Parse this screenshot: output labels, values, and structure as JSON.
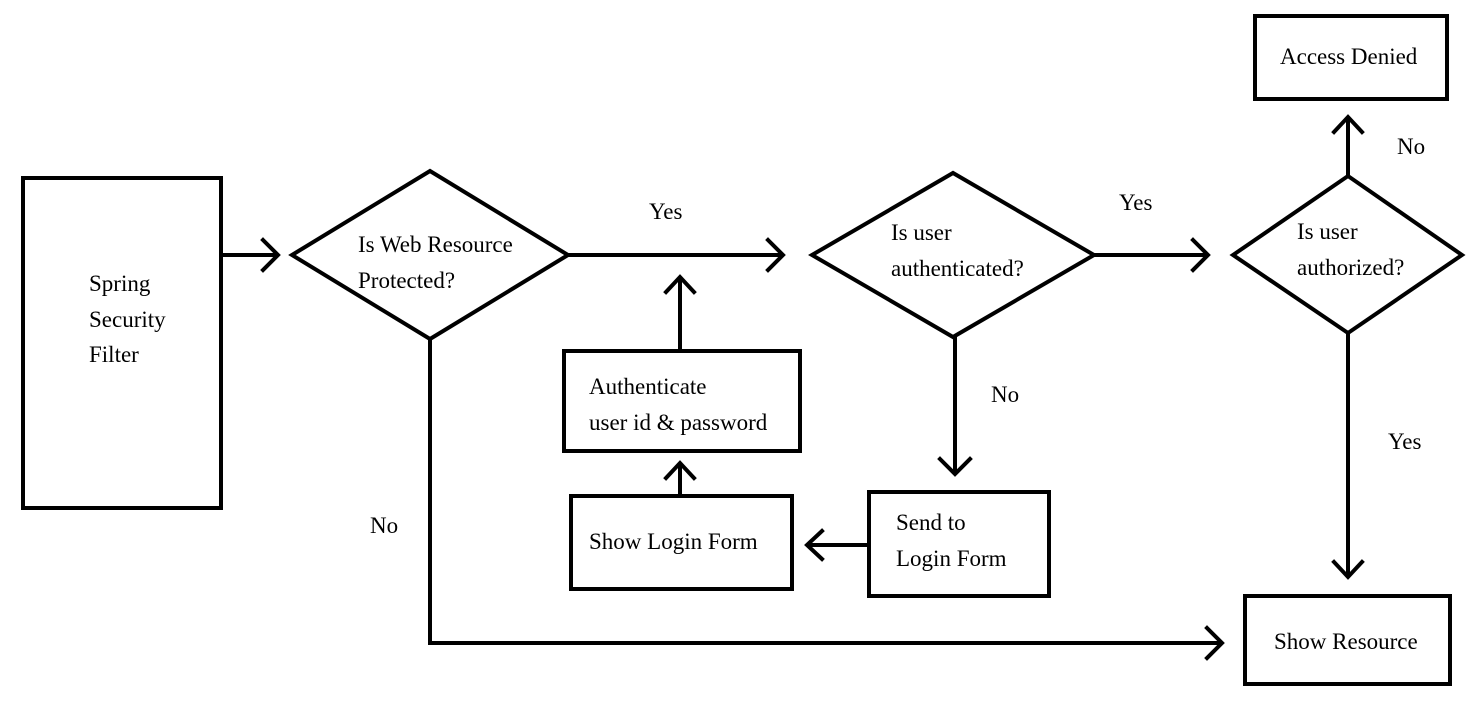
{
  "nodes": {
    "filter": {
      "lines": [
        "Spring",
        "Security",
        "Filter"
      ]
    },
    "protected": {
      "lines": [
        "Is Web Resource",
        "Protected?"
      ]
    },
    "authenticated": {
      "lines": [
        "Is user",
        "authenticated?"
      ]
    },
    "authorized": {
      "lines": [
        "Is user",
        "authorized?"
      ]
    },
    "access_denied": {
      "lines": [
        "Access Denied"
      ]
    },
    "authenticate": {
      "lines": [
        "Authenticate",
        "user id & password"
      ]
    },
    "show_login": {
      "lines": [
        "Show Login Form"
      ]
    },
    "send_login": {
      "lines": [
        "Send to",
        "Login Form"
      ]
    },
    "show_resource": {
      "lines": [
        "Show Resource"
      ]
    }
  },
  "edge_labels": {
    "protected_yes": "Yes",
    "protected_no": "No",
    "authenticated_yes": "Yes",
    "authenticated_no": "No",
    "authorized_yes": "Yes",
    "authorized_no": "No"
  }
}
